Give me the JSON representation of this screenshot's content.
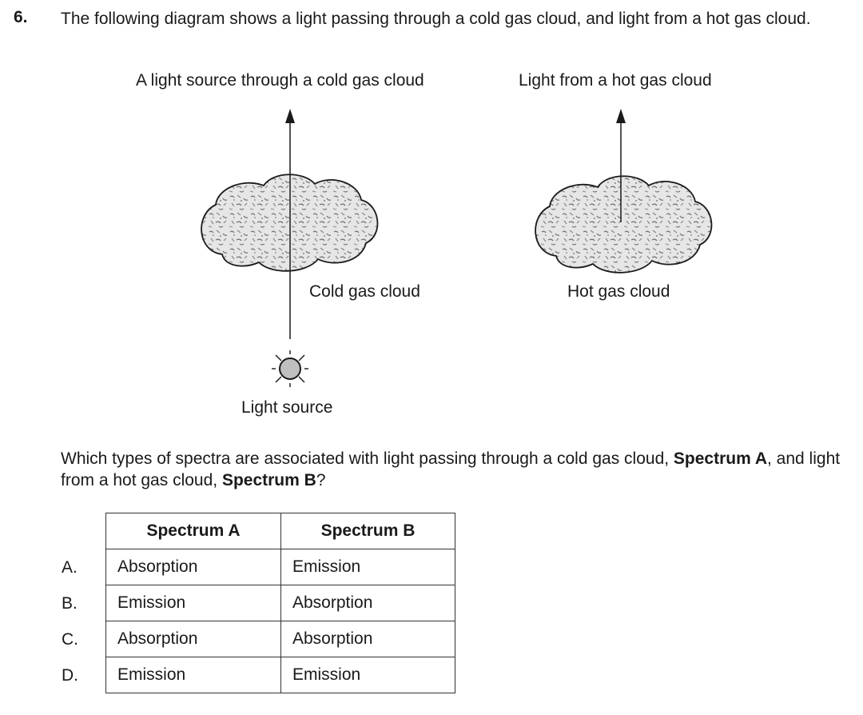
{
  "question": {
    "number": "6.",
    "text": "The following diagram shows a light passing through a cold gas cloud, and light from a hot gas cloud."
  },
  "diagram": {
    "left_title": "A light source through a cold gas cloud",
    "right_title": "Light from a hot gas cloud",
    "cold_cloud_label": "Cold gas cloud",
    "hot_cloud_label": "Hot gas cloud",
    "light_source_label": "Light source"
  },
  "prompt": {
    "part1": "Which types of spectra are associated with light passing through a cold gas cloud, ",
    "spectrum_a": "Spectrum A",
    "part2": ", and light from a hot gas cloud, ",
    "spectrum_b": "Spectrum B",
    "part3": "?"
  },
  "table": {
    "headers": [
      "Spectrum A",
      "Spectrum B"
    ],
    "rows": [
      {
        "letter": "A.",
        "a": "Absorption",
        "b": "Emission"
      },
      {
        "letter": "B.",
        "a": "Emission",
        "b": "Absorption"
      },
      {
        "letter": "C.",
        "a": "Absorption",
        "b": "Absorption"
      },
      {
        "letter": "D.",
        "a": "Emission",
        "b": "Emission"
      }
    ]
  }
}
